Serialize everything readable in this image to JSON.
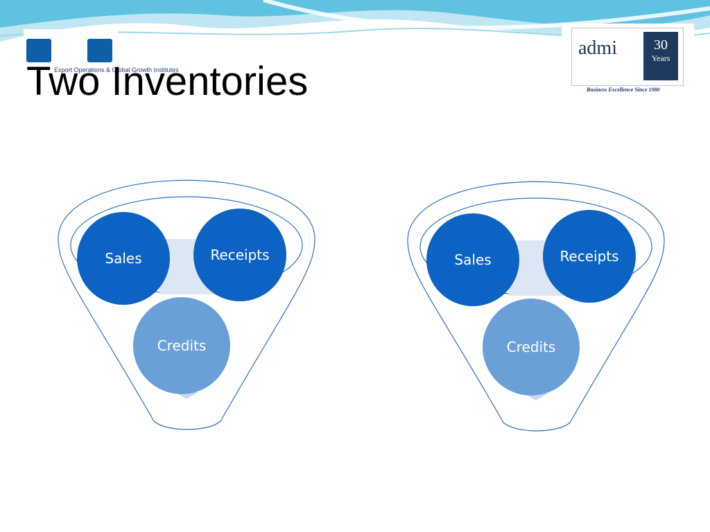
{
  "slide": {
    "title": "Two Inventories"
  },
  "logos": {
    "left": {
      "sub": "Export Operations & Global Growth Institutes"
    },
    "right": {
      "name": "admi",
      "years_number": "30",
      "years_label": "Years",
      "tagline": "Business Excellence Since 1980"
    }
  },
  "diagrams": [
    {
      "circles": [
        {
          "id": "sales",
          "label": "Sales"
        },
        {
          "id": "receipts",
          "label": "Receipts"
        },
        {
          "id": "credits",
          "label": "Credits"
        }
      ]
    },
    {
      "circles": [
        {
          "id": "sales",
          "label": "Sales"
        },
        {
          "id": "receipts",
          "label": "Receipts"
        },
        {
          "id": "credits",
          "label": "Credits"
        }
      ]
    }
  ],
  "colors": {
    "dark_blue": "#0c63c4",
    "light_blue": "#6a9fd8",
    "funnel_stroke": "#2b6fc2",
    "pale_fill": "#dde6f3"
  }
}
